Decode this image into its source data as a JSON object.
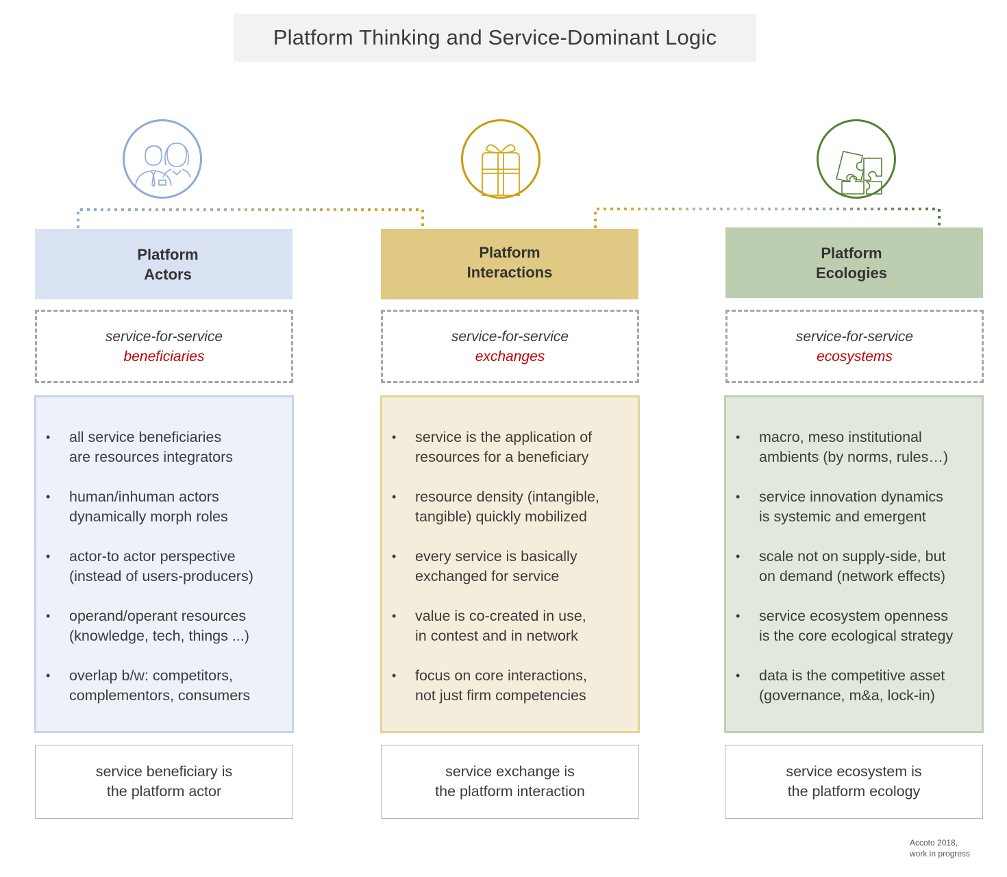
{
  "title": "Platform Thinking and Service-Dominant Logic",
  "colors": {
    "actors_accent": "#8eaadb",
    "actors_header_bg": "#d9e2f3",
    "actors_panel_bg": "#edf1fa",
    "actors_panel_border": "#c5d3ec",
    "interactions_accent": "#c99a0e",
    "interactions_header_bg": "#e0c982",
    "interactions_panel_bg": "#f5eddb",
    "interactions_panel_border": "#e5d39a",
    "ecologies_accent": "#548235",
    "ecologies_header_bg": "#bdcdb0",
    "ecologies_panel_bg": "#e2e9dc",
    "ecologies_panel_border": "#bfd0b3",
    "highlight_text": "#c00000"
  },
  "columns": [
    {
      "icon": "people-icon",
      "header": [
        "Platform",
        "Actors"
      ],
      "subtitle_line1": "service-for-service",
      "subtitle_line2": "beneficiaries",
      "bullets": [
        [
          "all service beneficiaries",
          "are resources integrators"
        ],
        [
          "human/inhuman actors",
          "dynamically morph roles"
        ],
        [
          "actor-to actor perspective",
          "(instead of users-producers)"
        ],
        [
          "operand/operant resources",
          "(knowledge, tech, things ...)"
        ],
        [
          "overlap b/w: competitors,",
          "complementors, consumers"
        ]
      ],
      "summary": [
        "service beneficiary is",
        "the platform actor"
      ]
    },
    {
      "icon": "gift-icon",
      "header": [
        "Platform",
        "Interactions"
      ],
      "subtitle_line1": "service-for-service",
      "subtitle_line2": "exchanges",
      "bullets": [
        [
          "service is the application of",
          "resources for a beneficiary"
        ],
        [
          "resource density (intangible,",
          "tangible) quickly mobilized"
        ],
        [
          "every service is basically",
          "exchanged  for service"
        ],
        [
          "value is co-created in use,",
          "in contest and in network"
        ],
        [
          "focus on core interactions,",
          "not just firm competencies"
        ]
      ],
      "summary": [
        "service exchange is",
        "the platform interaction"
      ]
    },
    {
      "icon": "puzzle-icon",
      "header": [
        "Platform",
        "Ecologies"
      ],
      "subtitle_line1": "service-for-service",
      "subtitle_line2": "ecosystems",
      "bullets": [
        [
          "macro, meso institutional",
          "ambients (by norms, rules…)"
        ],
        [
          "service innovation dynamics",
          "is systemic and emergent"
        ],
        [
          "scale not on supply-side, but",
          "on demand (network effects)"
        ],
        [
          "service ecosystem openness",
          "is the core ecological strategy"
        ],
        [
          "data is the competitive asset",
          "(governance, m&a, lock-in)"
        ]
      ],
      "summary": [
        "service ecosystem is",
        "the platform ecology"
      ]
    }
  ],
  "bullet_glyph": "•",
  "credit": [
    "Accoto 2018,",
    "work in progress"
  ]
}
